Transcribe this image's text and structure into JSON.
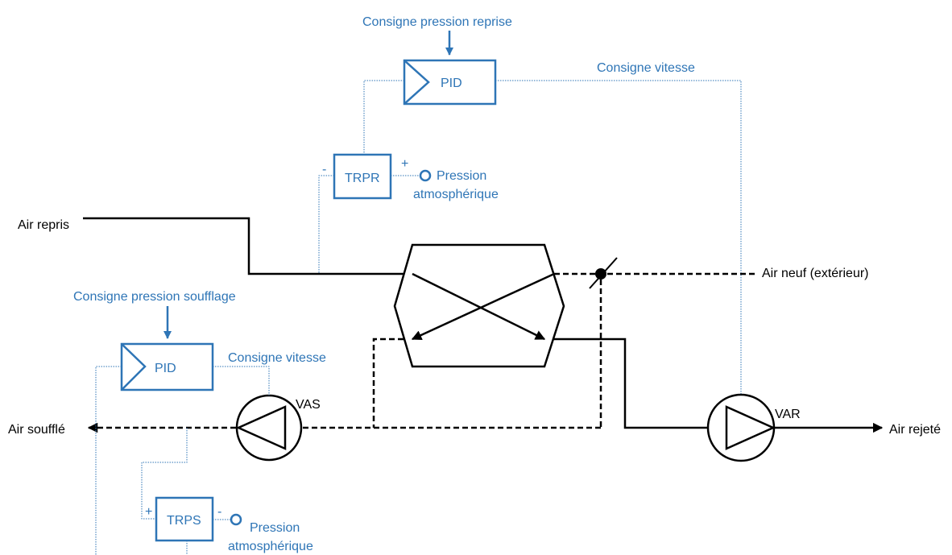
{
  "colors": {
    "control": "#2E75B6",
    "process": "#000000"
  },
  "icons": [
    "pid-controller-icon",
    "fan-icon",
    "damper-icon",
    "heat-exchanger-icon",
    "pressure-port-icon",
    "arrow-icon"
  ],
  "return_loop": {
    "setpoint_label": "Consigne pression reprise",
    "pid_label": "PID",
    "speed_setpoint_label": "Consigne vitesse",
    "transmitter_label": "TRPR",
    "minus_sign": "-",
    "plus_sign": "+",
    "atm_pressure_line1": "Pression",
    "atm_pressure_line2": "atmosphérique"
  },
  "supply_loop": {
    "setpoint_label": "Consigne pression soufflage",
    "pid_label": "PID",
    "speed_setpoint_label": "Consigne vitesse",
    "transmitter_label": "TRPS",
    "plus_sign": "+",
    "minus_sign": "-",
    "atm_pressure_line1": "Pression",
    "atm_pressure_line2": "atmosphérique"
  },
  "air_streams": {
    "return_air": "Air repris",
    "fresh_air": "Air neuf (extérieur)",
    "supply_air": "Air soufflé",
    "exhaust_air": "Air rejeté"
  },
  "fans": {
    "supply_fan": "VAS",
    "exhaust_fan": "VAR"
  }
}
